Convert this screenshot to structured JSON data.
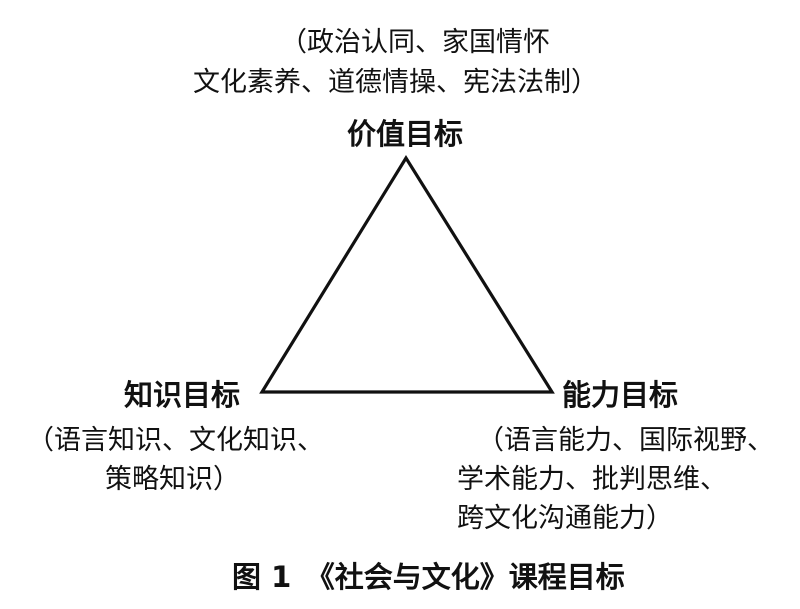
{
  "value_goal": {
    "title": "价值目标",
    "details_line1": "（政治认同、家国情怀",
    "details_line2": "文化素养、道德情操、宪法法制）"
  },
  "knowledge_goal": {
    "title": "知识目标",
    "details_line1": "（语言知识、文化知识、",
    "details_line2": "策略知识）"
  },
  "ability_goal": {
    "title": "能力目标",
    "details_line1": "（语言能力、国际视野、",
    "details_line2": "学术能力、批判思维、",
    "details_line3": "跨文化沟通能力）"
  },
  "caption": "图 1　《社会与文化》课程目标"
}
